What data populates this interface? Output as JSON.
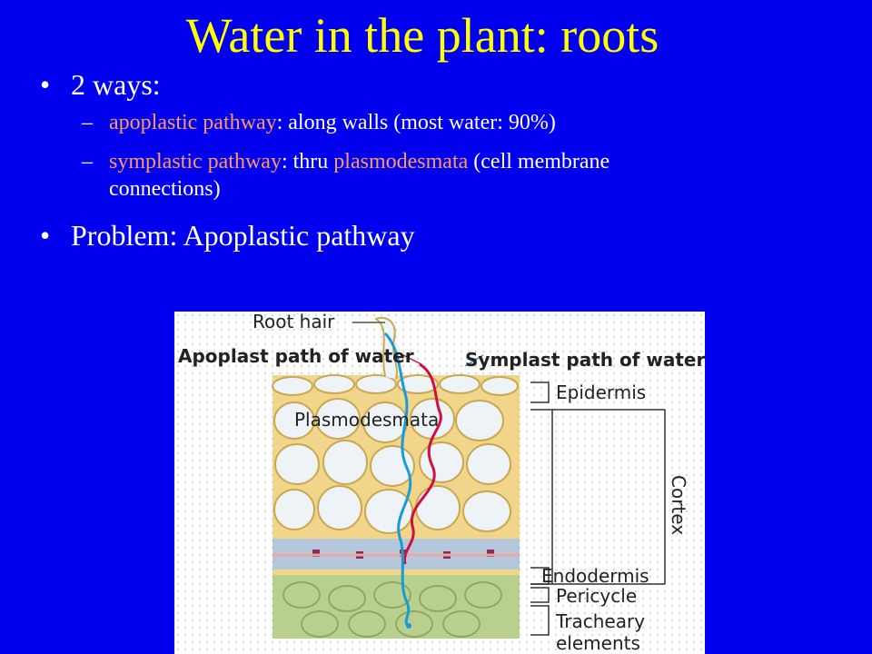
{
  "slide": {
    "title": "Water in the plant: roots",
    "bullets": [
      {
        "text": "2 ways:"
      },
      {
        "text": "Problem: Apoplastic pathway"
      }
    ],
    "subpoints": [
      {
        "highlight": "apoplastic pathway",
        "rest": ": along walls (most water: 90%)"
      },
      {
        "highlight": "symplastic pathway",
        "rest_a": ": thru ",
        "highlight_b": "plasmodesmata",
        "rest_b": " (cell membrane",
        "line2": "connections)"
      }
    ],
    "bullet_glyph": "•",
    "dash_glyph": "–"
  },
  "figure": {
    "labels": {
      "root_hair": "Root hair",
      "apoplast": "Apoplast path of water",
      "symplast": "Symplast path of water",
      "plasmodesmata": "Plasmodesmata",
      "epidermis": "Epidermis",
      "cortex": "Cortex",
      "endodermis": "Endodermis",
      "pericycle": "Pericycle",
      "tracheary_1": "Tracheary",
      "tracheary_2": "elements"
    },
    "colors": {
      "background": "#0000ee",
      "title": "#ffff00",
      "highlight": "#ff9966",
      "apoplast_path": "#d01040",
      "symplast_path": "#1a9ad6",
      "cell_wall": "#f0d58a",
      "cell_fill": "#eef3f8",
      "stele": "#b9cf8e"
    }
  }
}
